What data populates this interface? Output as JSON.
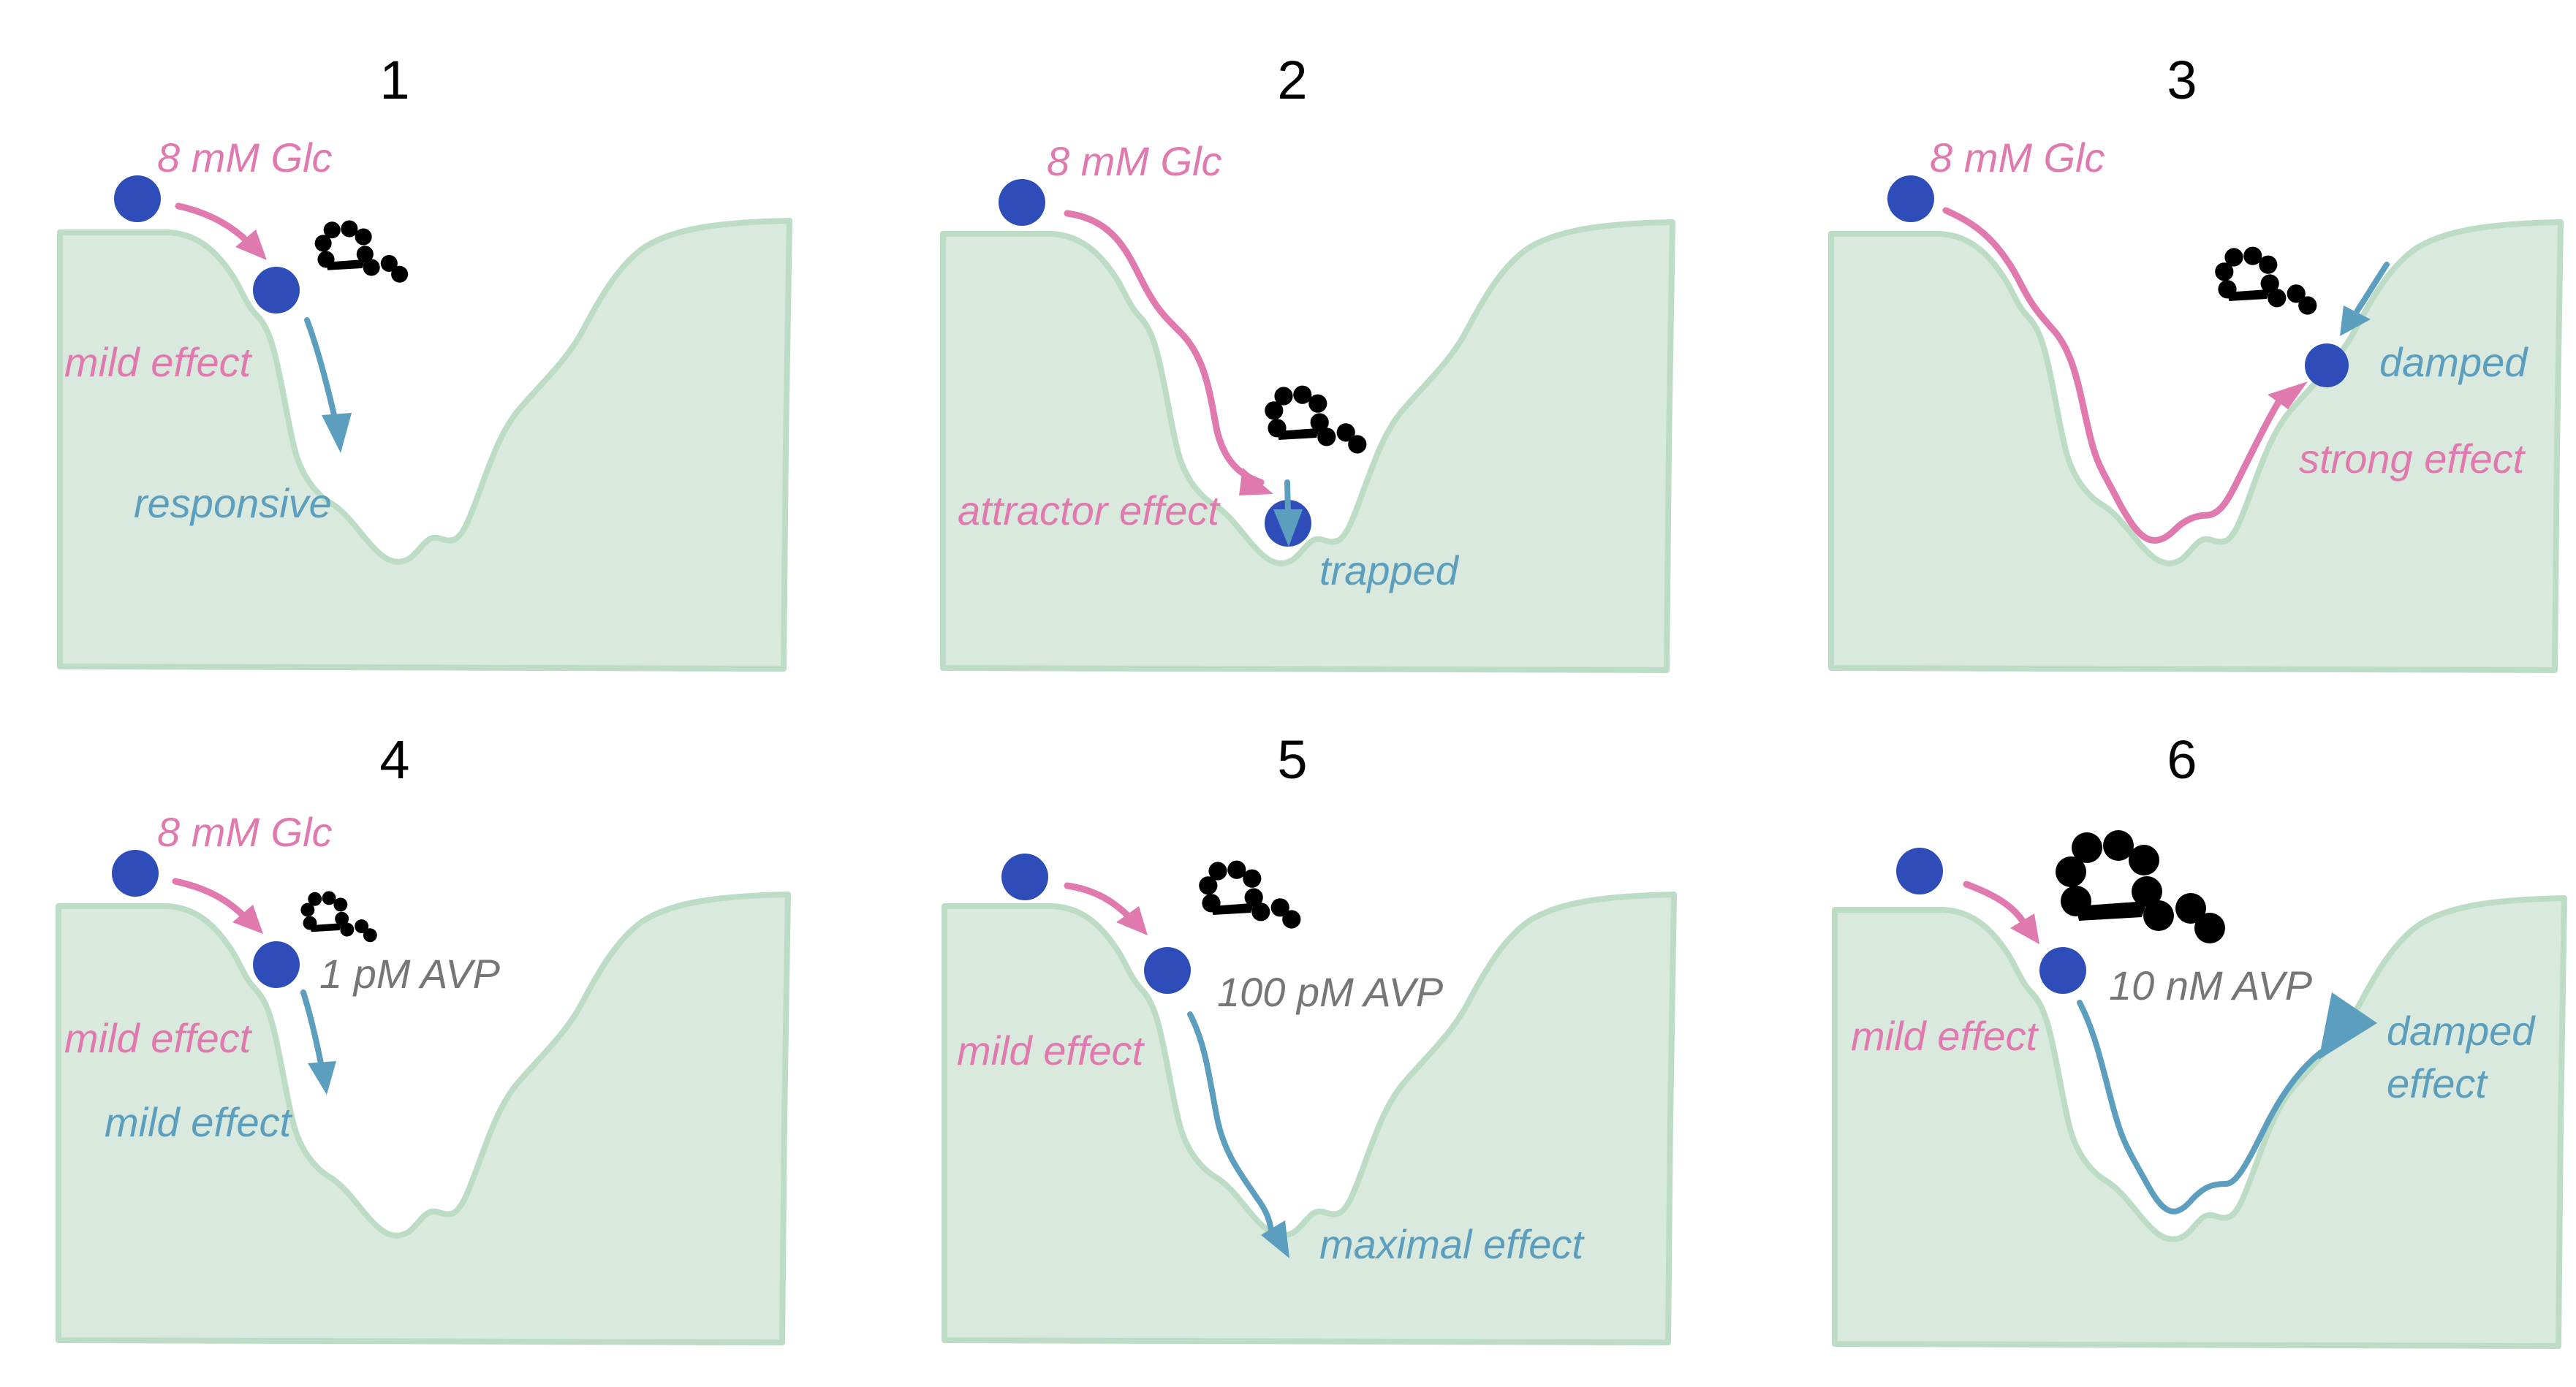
{
  "figure": {
    "colors": {
      "landscape_fill": "#D9E9DD",
      "landscape_stroke": "#BCDCC6",
      "cell_ball": "#2F4DB8",
      "peptide": "#D94A22",
      "glucose_effect": "#E07AAE",
      "avp_effect": "#5B9EBE",
      "concentration_label": "#767676"
    },
    "panels": [
      {
        "number": "1",
        "glucose_label": "8 mM Glc",
        "glucose_effect_label": "mild effect",
        "avp_effect_label": "responsive"
      },
      {
        "number": "2",
        "glucose_label": "8 mM Glc",
        "glucose_effect_label": "attractor effect",
        "avp_effect_label": "trapped"
      },
      {
        "number": "3",
        "glucose_label": "8 mM Glc",
        "glucose_effect_label": "strong effect",
        "avp_effect_label": "damped"
      },
      {
        "number": "4",
        "glucose_label": "8 mM Glc",
        "avp_label": "1 pM AVP",
        "glucose_effect_label": "mild effect",
        "avp_effect_label": "mild effect"
      },
      {
        "number": "5",
        "avp_label": "100 pM AVP",
        "glucose_effect_label": "mild effect",
        "avp_effect_label": "maximal effect"
      },
      {
        "number": "6",
        "avp_label": "10 nM AVP",
        "glucose_effect_label": "mild effect",
        "avp_effect_label_line1": "damped",
        "avp_effect_label_line2": "effect"
      }
    ]
  }
}
